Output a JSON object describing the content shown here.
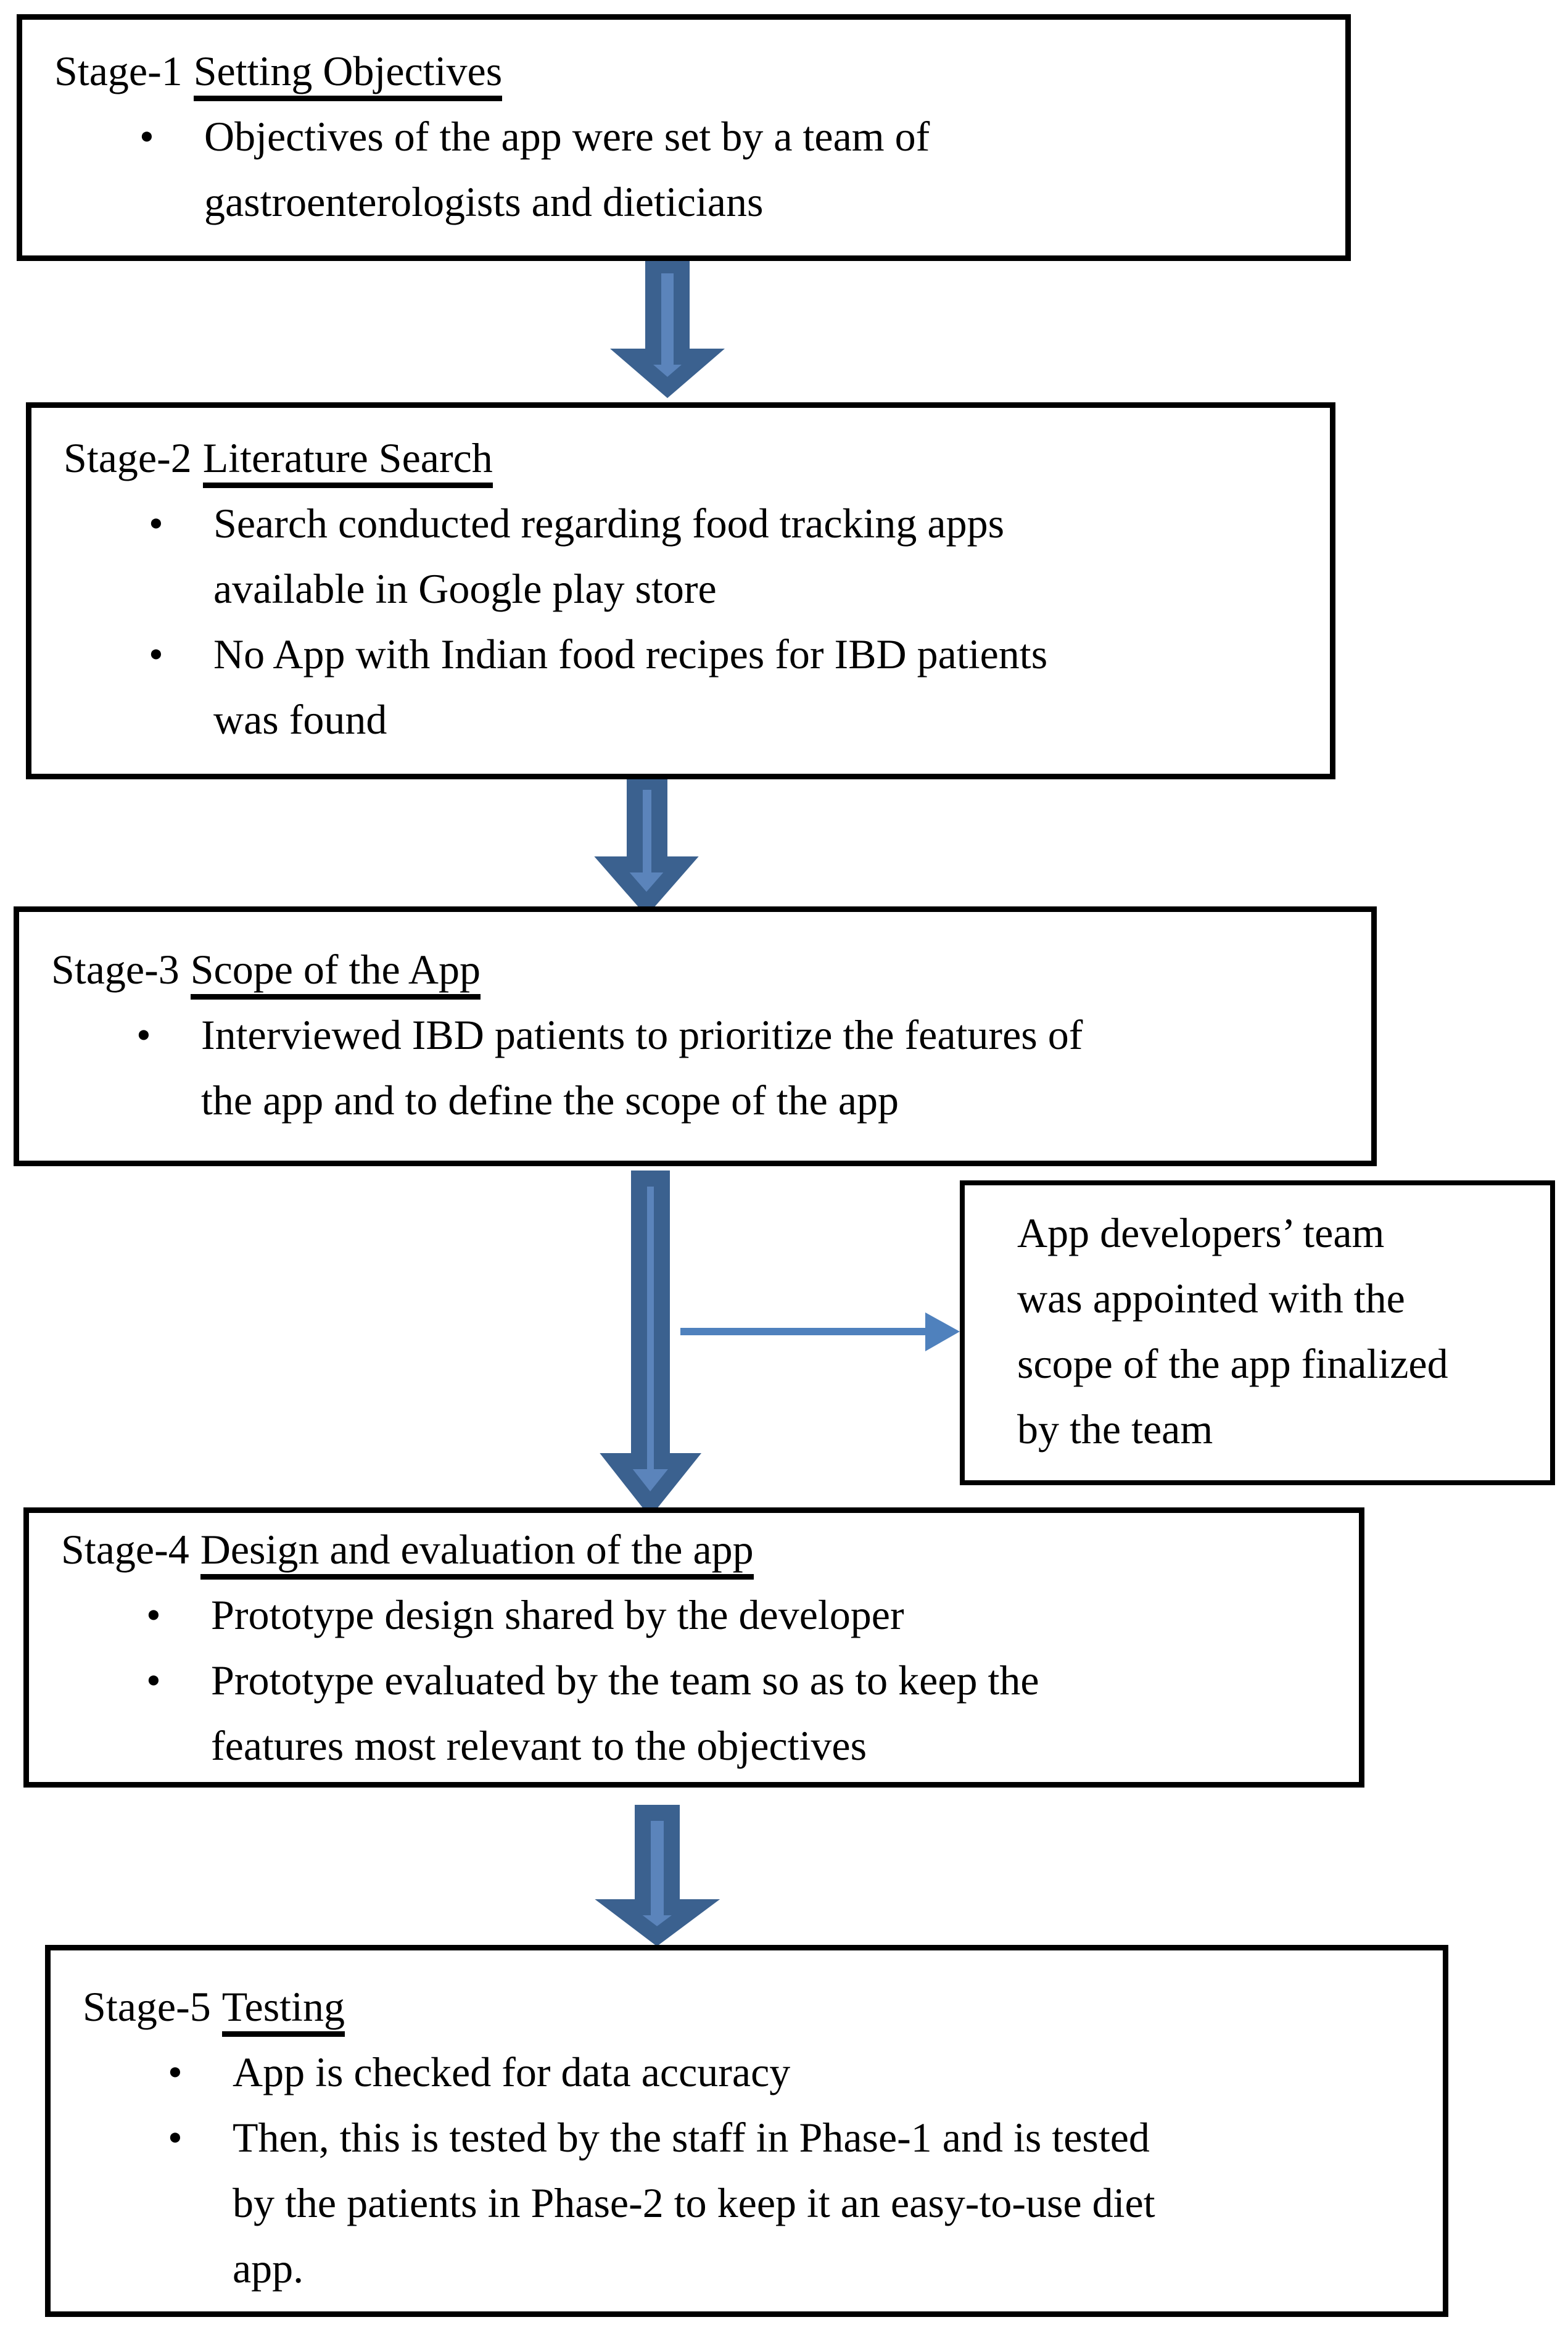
{
  "colors": {
    "background": "#ffffff",
    "box_border": "#000000",
    "text": "#000000",
    "arrow_fill": "#5b84bb",
    "arrow_outline": "#3b618f",
    "connector_arrow": "#4f81bd"
  },
  "bullet_glyph": "•",
  "stages": [
    {
      "label": "Stage-1",
      "title": "Setting Objectives",
      "bullets": [
        {
          "lines": [
            "Objectives of the app were set by a team of",
            "gastroenterologists and dieticians"
          ]
        }
      ]
    },
    {
      "label": "Stage-2",
      "title": "Literature Search",
      "bullets": [
        {
          "lines": [
            "Search conducted regarding food tracking apps",
            "available in Google play store"
          ]
        },
        {
          "lines": [
            "No App with Indian food recipes for IBD patients",
            "was found"
          ]
        }
      ]
    },
    {
      "label": "Stage-3",
      "title": "Scope of the App",
      "bullets": [
        {
          "lines": [
            "Interviewed IBD patients to prioritize the features of",
            "the app and to define the scope of the app"
          ]
        }
      ]
    },
    {
      "label": "Stage-4",
      "title": "Design and evaluation of the app",
      "bullets": [
        {
          "lines": [
            "Prototype design shared by the developer"
          ]
        },
        {
          "lines": [
            "Prototype evaluated by the team so as to keep the",
            "features most relevant to the objectives"
          ]
        }
      ]
    },
    {
      "label": "Stage-5",
      "title": "Testing",
      "bullets": [
        {
          "lines": [
            "App is checked for data accuracy"
          ]
        },
        {
          "lines": [
            "Then, this is tested by the staff in Phase-1 and is tested",
            "by the patients in Phase-2 to keep it an easy-to-use diet",
            "app."
          ]
        }
      ]
    }
  ],
  "side_note": {
    "lines": [
      "App developers’ team",
      "was appointed with the",
      "scope of the app finalized",
      "by the team"
    ]
  }
}
